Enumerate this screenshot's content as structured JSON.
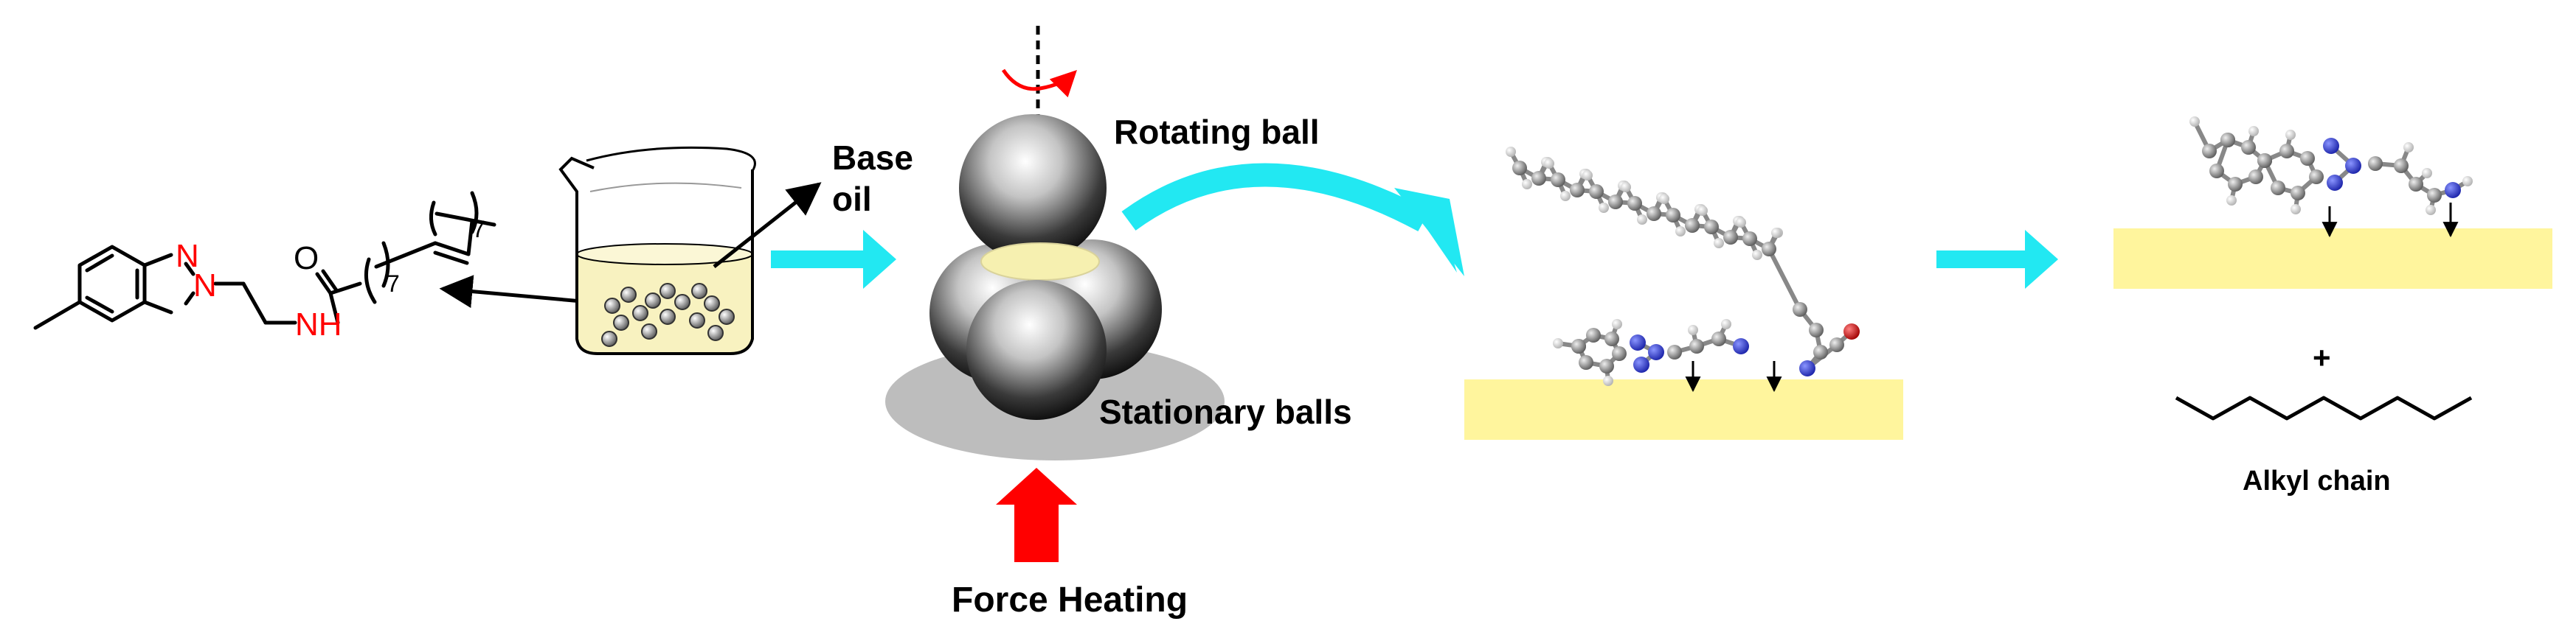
{
  "labels": {
    "base_oil_line1": "Base",
    "base_oil_line2": "oil",
    "rotating_ball": "Rotating ball",
    "stationary_balls": "Stationary balls",
    "force_heating": "Force Heating",
    "plus": "+",
    "alkyl_chain": "Alkyl chain"
  },
  "molecule": {
    "atom_n1": "N",
    "atom_n2": "N",
    "atom_o": "O",
    "atom_nh": "NH",
    "subscript_a": "7",
    "subscript_b": "7"
  },
  "colors": {
    "flow_arrow": "#22E8F2",
    "force_arrow": "#FF0000",
    "heteroatom": "#FF0000",
    "surface": "#FFF59D",
    "oil": "#F8F2C0",
    "contact_ring": "#F6F0B0",
    "shadow": "#BDBDBD",
    "nitrogen_3d": "#2A3BD8",
    "oxygen_3d": "#D41E1E"
  }
}
